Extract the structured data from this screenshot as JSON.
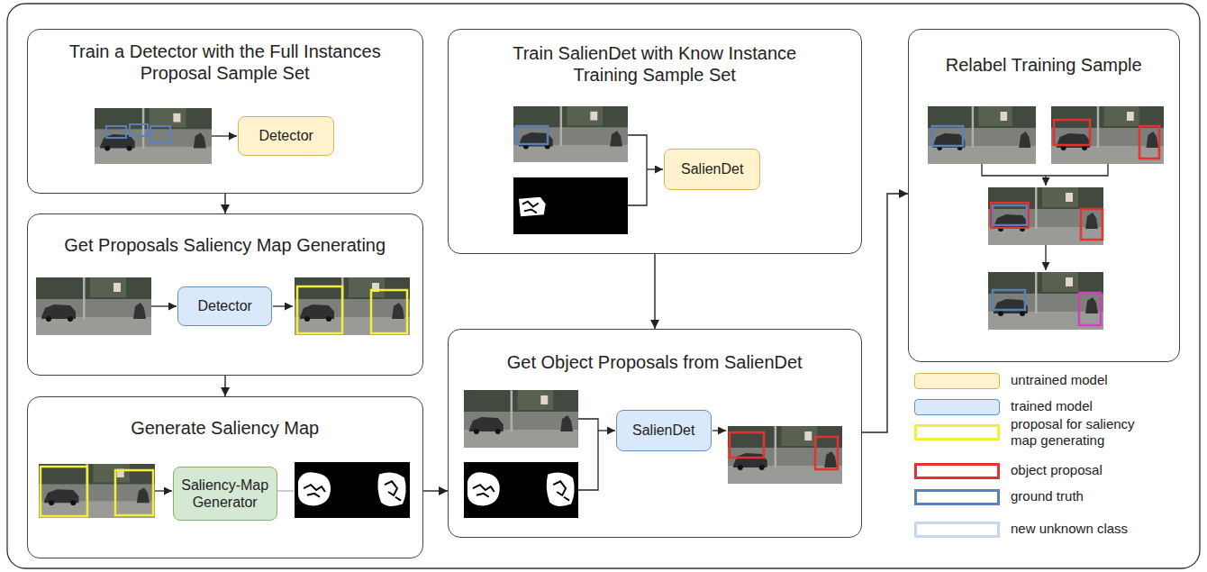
{
  "diagram": {
    "nodes": [
      {
        "text": [
          "Train a Detector with the Full Instances Proposal Sample Set"
        ]
      },
      {
        "text": [
          "Detector"
        ],
        "in": 0
      },
      {
        "text": [
          "Get Proposals Saliency Map Generating"
        ]
      },
      {
        "text": [
          "Detector"
        ],
        "in": 2
      },
      {
        "text": [
          "Generate Saliency Map"
        ]
      },
      {
        "text": [
          "Saliency-Map Generator"
        ],
        "in": 4
      },
      {
        "text": [
          "Train SalienDet with Know Instance Training Sample Set"
        ]
      },
      {
        "text": [
          "SalienDet"
        ],
        "in": 6
      },
      {
        "text": [
          "Get Object Proposals from SalienDet"
        ]
      },
      {
        "text": [
          "SalienDet"
        ],
        "in": 8
      },
      {
        "text": [
          "Relabel Training Sample"
        ]
      }
    ],
    "edges": [
      {
        "from": 0,
        "to": 2,
        "arrow": "to"
      },
      {
        "from": 2,
        "to": 4,
        "arrow": "to"
      },
      {
        "from": 4,
        "to": 8,
        "arrow": "to"
      },
      {
        "from": 6,
        "to": 8,
        "arrow": "to"
      },
      {
        "from": 8,
        "to": 10,
        "arrow": "to"
      }
    ],
    "legend": [
      {
        "text": "untrained model",
        "color": "#fff2cc"
      },
      {
        "text": "trained model",
        "color": "#dae8fc"
      },
      {
        "text": "proposal for saliency map generating"
      },
      {
        "text": "object proposal"
      },
      {
        "text": "ground truth"
      },
      {
        "text": "new unknown class"
      }
    ]
  }
}
